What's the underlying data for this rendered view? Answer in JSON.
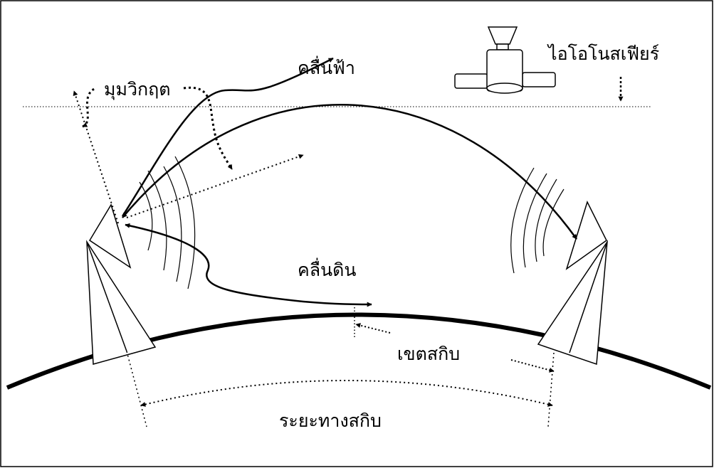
{
  "labels": {
    "ionosphere": "ไอโอโนสเฟียร์",
    "sky_wave": "คลื่นฟ้า",
    "critical_angle": "มุมวิกฤต",
    "ground_wave": "คลื่นดิน",
    "skip_zone": "เขตสกิบ",
    "skip_distance": "ระยะทางสกิบ"
  },
  "colors": {
    "ink": "#000000",
    "background": "#ffffff"
  }
}
